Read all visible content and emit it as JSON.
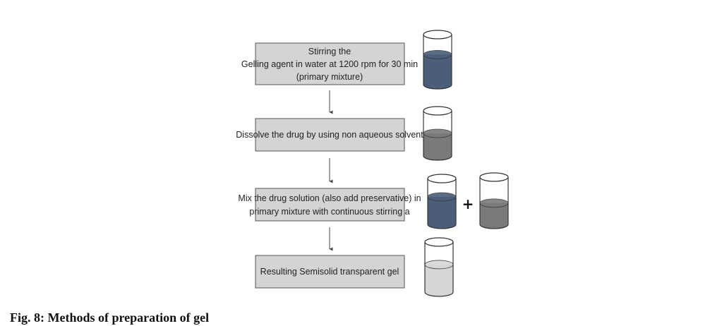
{
  "caption": "Fig. 8: Methods of preparation of gel",
  "colors": {
    "box_fill": "#d4d4d4",
    "box_border": "#555555",
    "liquid_blue": "#4b5d78",
    "liquid_dark_gray": "#7a7a7a",
    "liquid_light_gray": "#d6d6d6"
  },
  "steps": [
    {
      "lines": [
        "Stirring the",
        "Gelling agent in water at 1200 rpm for 30 min",
        "(primary   mixture)"
      ],
      "beakers": [
        {
          "liquid": "liquid_blue",
          "level": 0.6
        }
      ]
    },
    {
      "lines": [
        "Dissolve the drug by using non aqueous solvent"
      ],
      "beakers": [
        {
          "liquid": "liquid_dark_gray",
          "level": 0.5
        }
      ]
    },
    {
      "lines": [
        "Mix the drug solution (also add preservative) in",
        "primary mixture with continuous stirring a"
      ],
      "beakers": [
        {
          "liquid": "liquid_blue",
          "level": 0.6
        },
        {
          "liquid": "liquid_dark_gray",
          "level": 0.45
        }
      ],
      "joiner": "+"
    },
    {
      "lines": [
        "Resulting Semisolid transparent gel"
      ],
      "beakers": [
        {
          "liquid": "liquid_light_gray",
          "level": 0.55
        }
      ]
    }
  ]
}
